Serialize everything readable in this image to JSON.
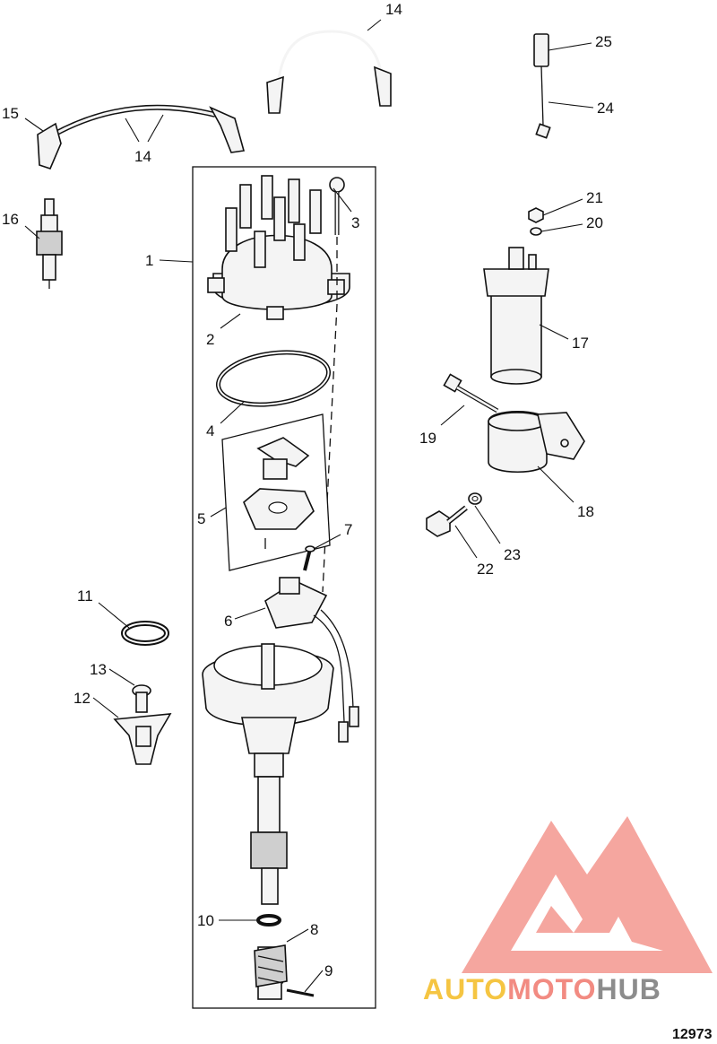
{
  "figure_number": "12973",
  "watermark": {
    "word_part_1": "AUTO",
    "word_part_2": "MOTO",
    "word_part_3": "HUB",
    "colors": {
      "part_1": "#f5c542",
      "part_2": "#f28b82",
      "part_3": "#8c8c8c",
      "logo": "#f28b82"
    }
  },
  "callouts": {
    "c1": "1",
    "c2": "2",
    "c3": "3",
    "c4": "4",
    "c5": "5",
    "c6": "6",
    "c7": "7",
    "c8": "8",
    "c9": "9",
    "c10": "10",
    "c11": "11",
    "c12": "12",
    "c13": "13",
    "c14a": "14",
    "c14b": "14",
    "c15": "15",
    "c16": "16",
    "c17": "17",
    "c18": "18",
    "c19": "19",
    "c20": "20",
    "c21": "21",
    "c22": "22",
    "c23": "23",
    "c24": "24",
    "c25": "25"
  }
}
